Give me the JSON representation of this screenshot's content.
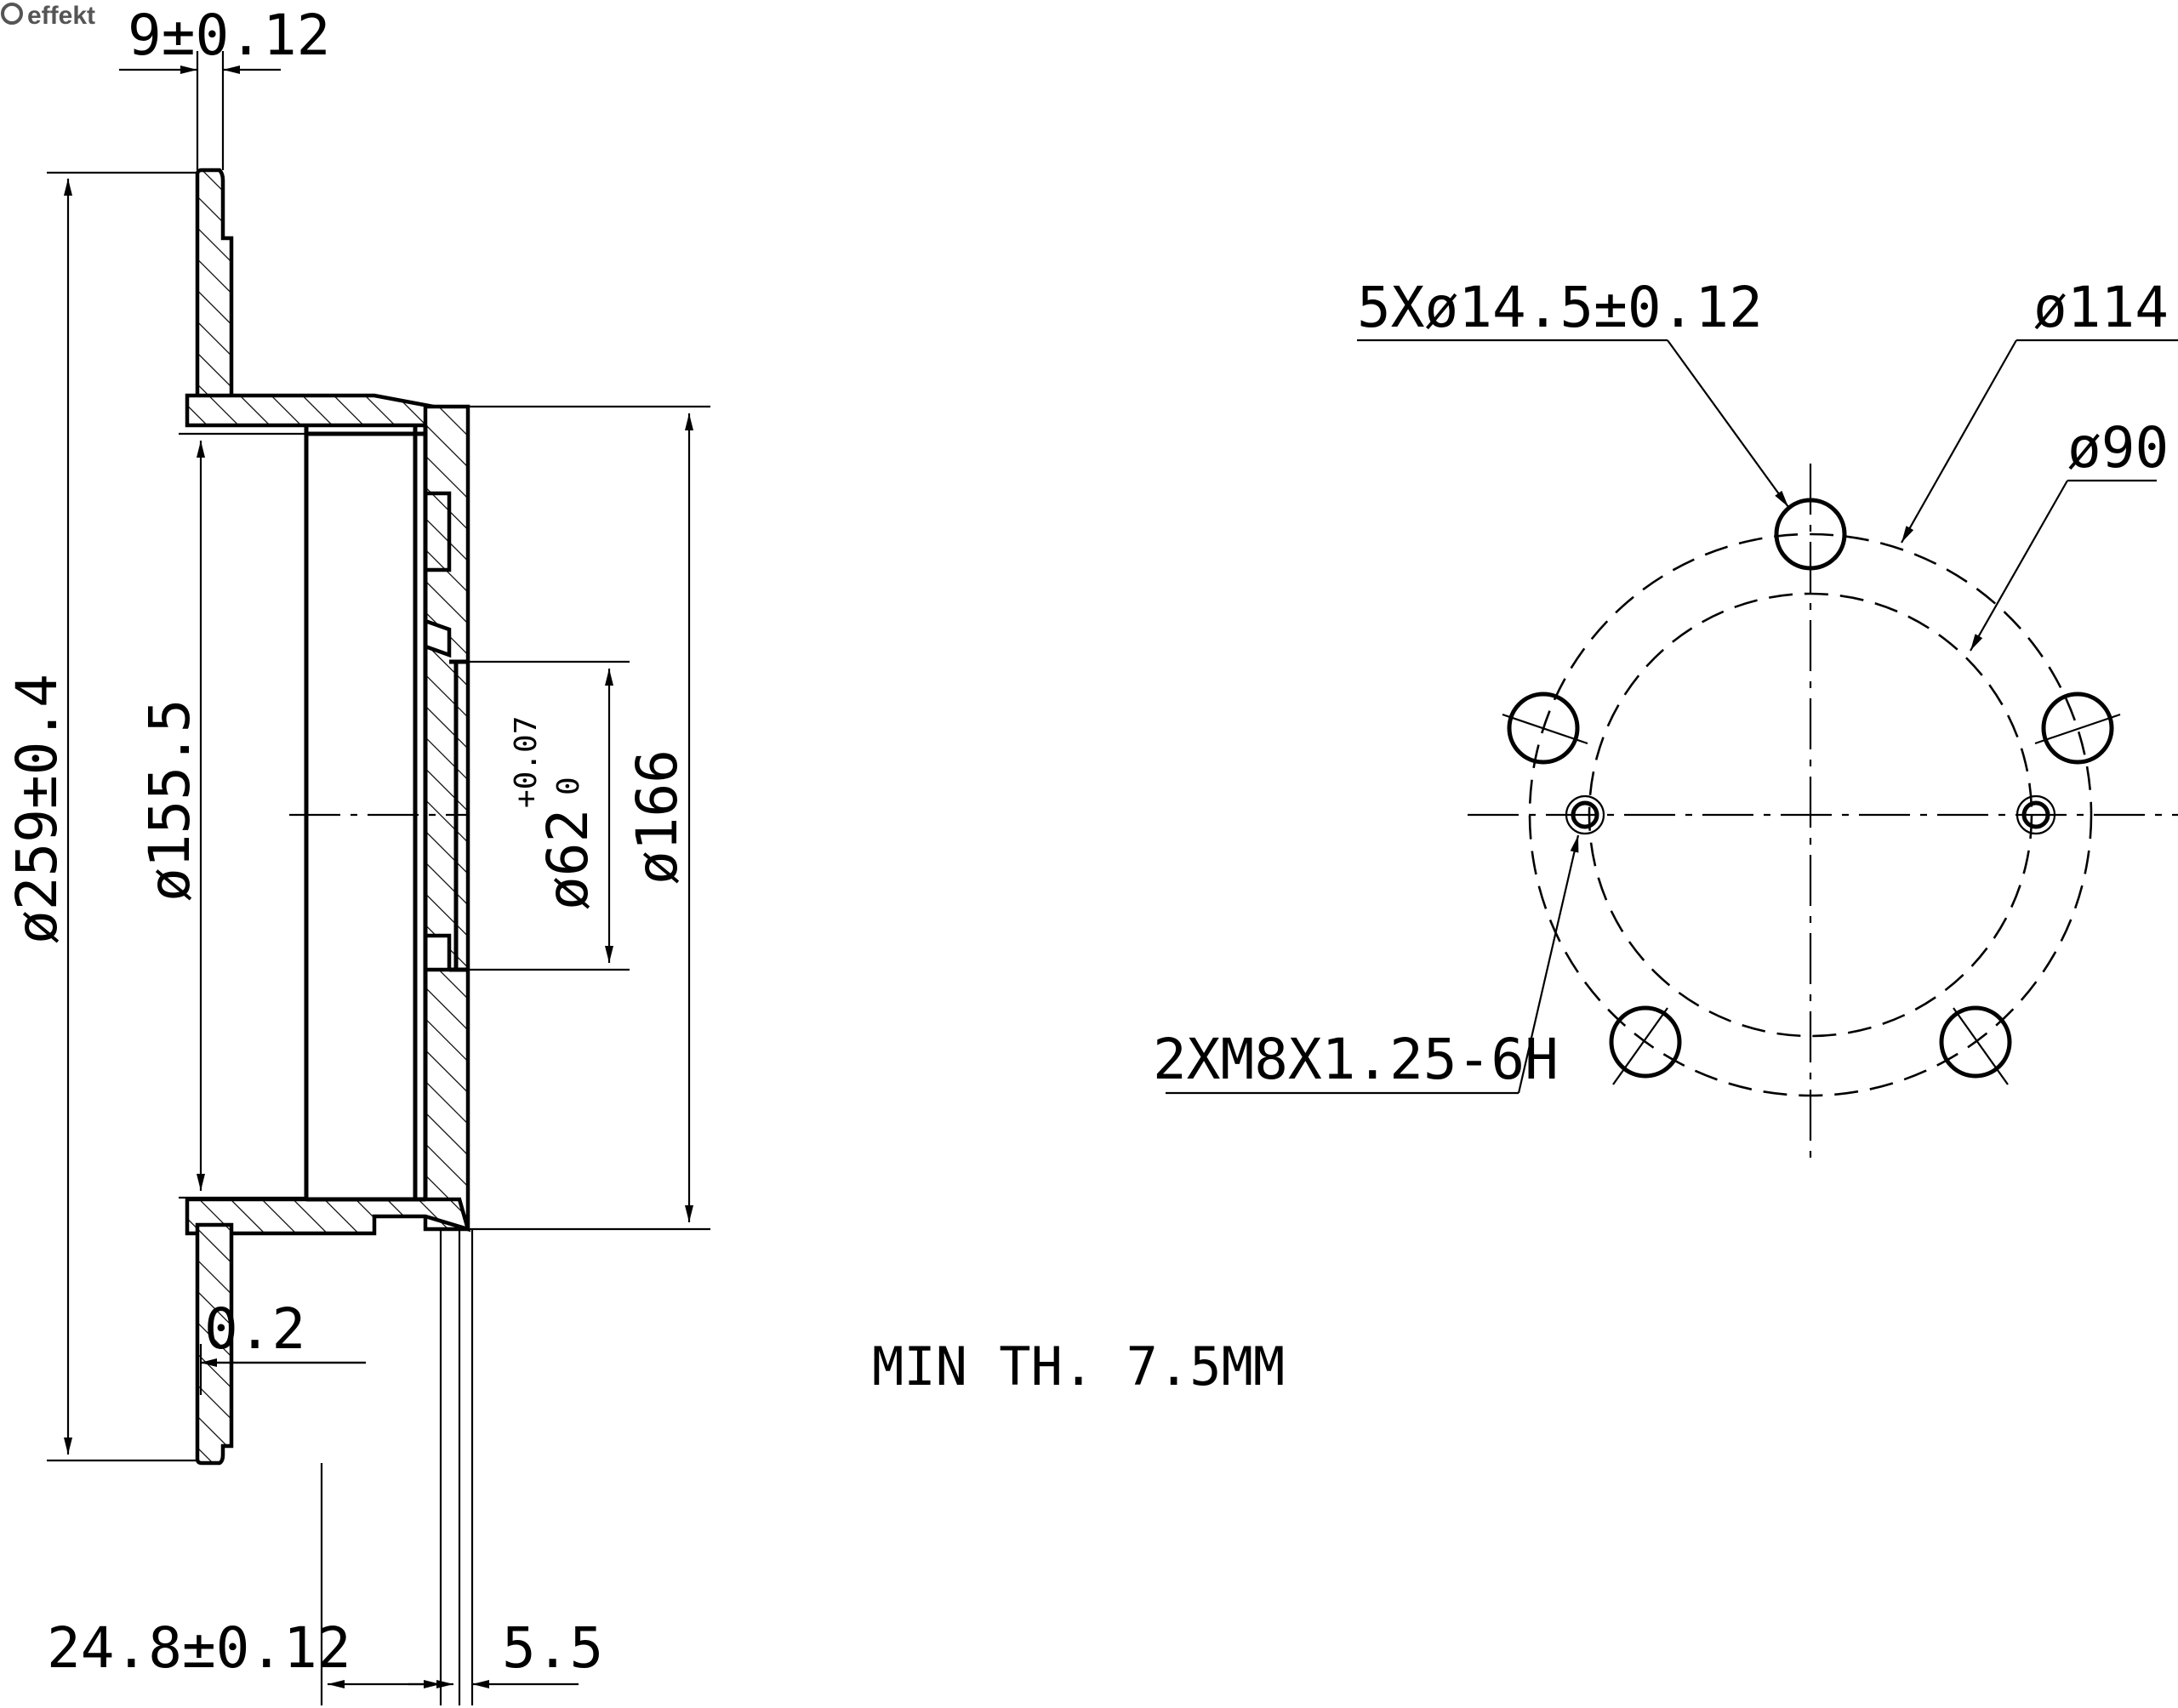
{
  "brand": {
    "logo_text": "effekt",
    "logo_icon": "effekt-logo-icon"
  },
  "dimensions": {
    "flange_thickness": "9±0.12",
    "outer_diameter": "ø259±0.4",
    "inner_bore": "ø155.5",
    "center_bore": "ø62",
    "center_bore_tol_upper": "+0.07",
    "center_bore_tol_lower": "0",
    "hat_diameter": "ø166",
    "runout": "0.2",
    "overall_height": "24.8±0.12",
    "hat_thickness": "5.5",
    "bolt_holes": "5Xø14.5±0.12",
    "pcd": "ø114.3",
    "inner_circle": "ø90",
    "threaded_holes": "2XM8X1.25-6H"
  },
  "notes": {
    "min_thickness": "MIN TH. 7.5MM"
  },
  "colors": {
    "line": "#000000",
    "background": "#ffffff",
    "logo": "#555555"
  }
}
